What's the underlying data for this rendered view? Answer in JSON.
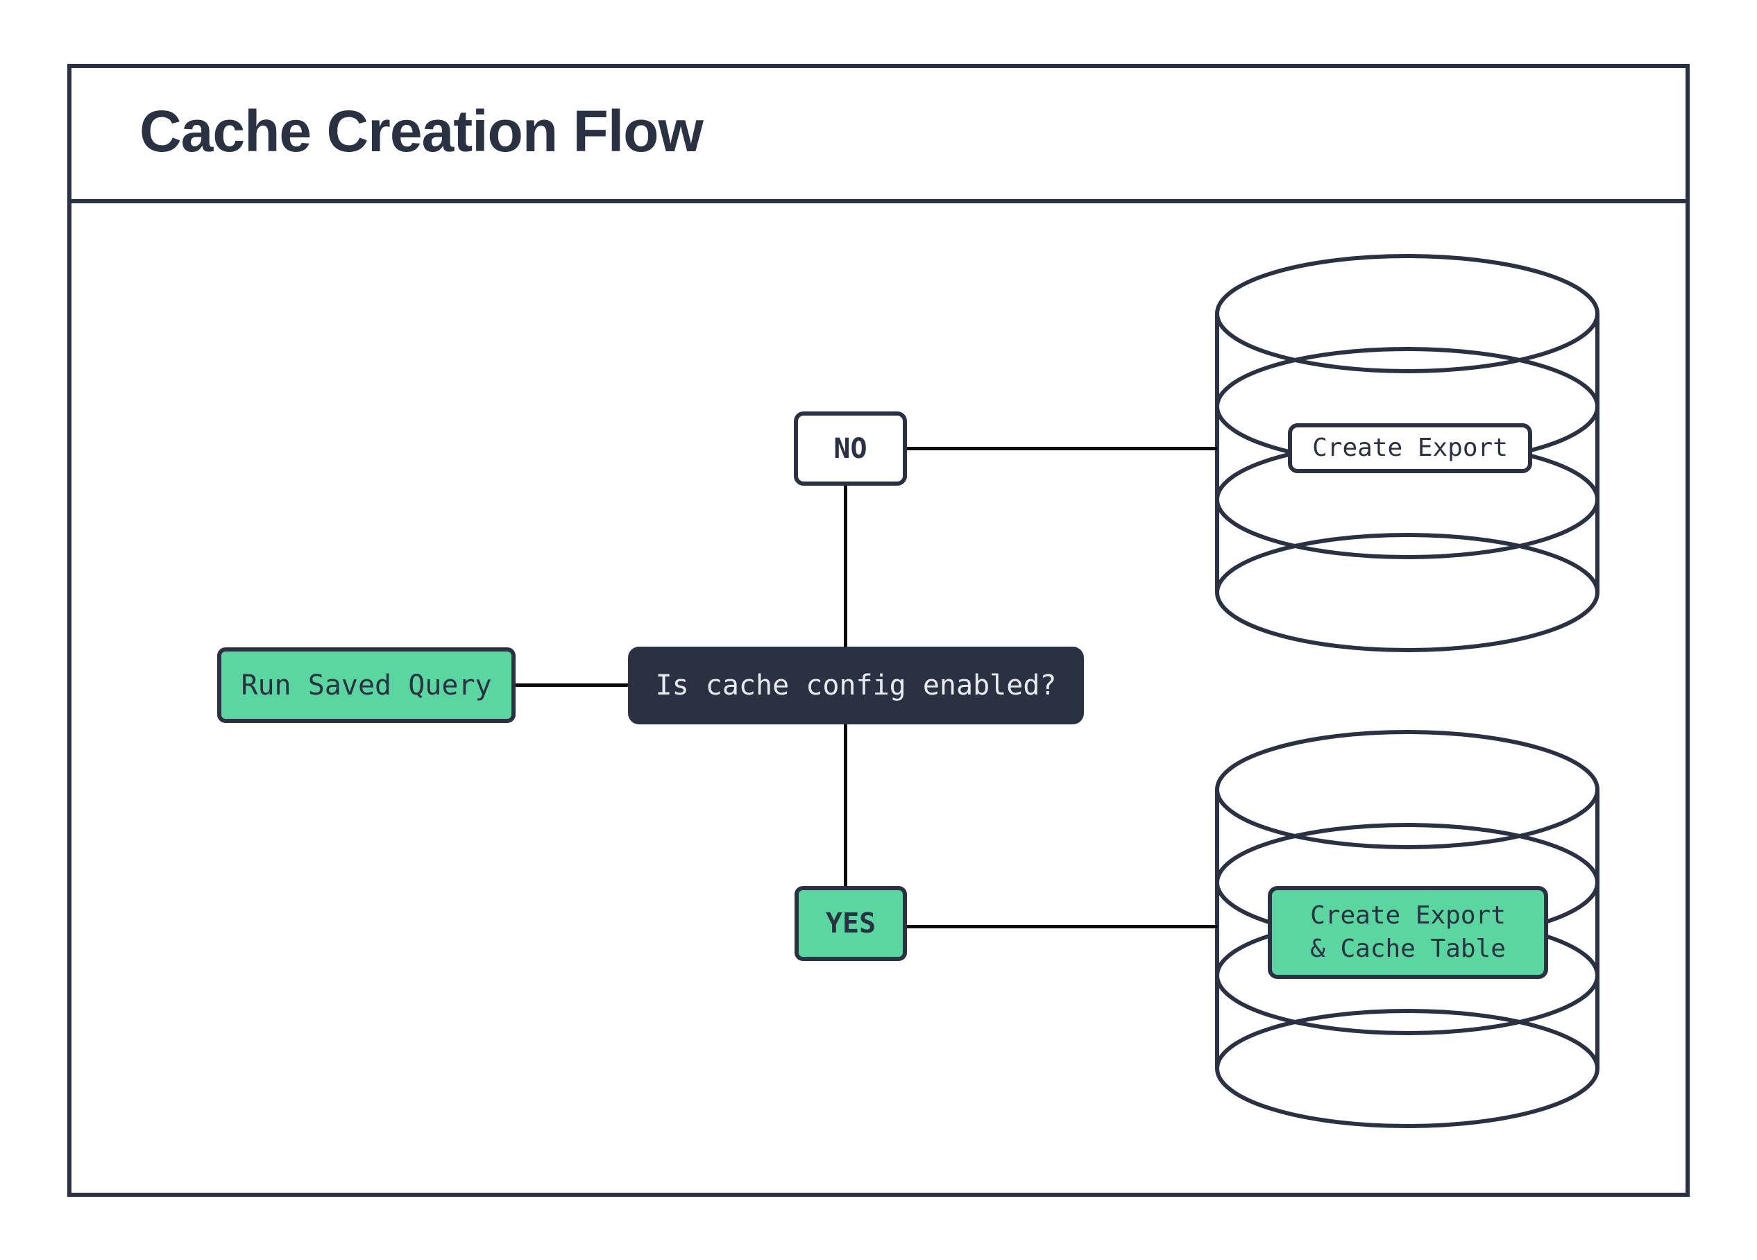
{
  "title": "Cache Creation Flow",
  "colors": {
    "navy": "#2a3142",
    "green": "#5cd6a0",
    "connector_line": "#0b0b0b",
    "light_text": "#e9ecef",
    "background": "#ffffff"
  },
  "flow": {
    "start": {
      "label": "Run Saved Query"
    },
    "decision": {
      "label": "Is cache config enabled?"
    },
    "branch_no": {
      "label": "NO"
    },
    "branch_yes": {
      "label": "YES"
    },
    "db_no": {
      "icon": "database-cylinder",
      "label": "Create Export"
    },
    "db_yes": {
      "icon": "database-cylinder",
      "lines": [
        "Create Export",
        "& Cache Table"
      ]
    }
  },
  "edges": [
    "start -> decision",
    "decision -> branch_no",
    "decision -> branch_yes",
    "branch_no -> db_no",
    "branch_yes -> db_yes"
  ]
}
